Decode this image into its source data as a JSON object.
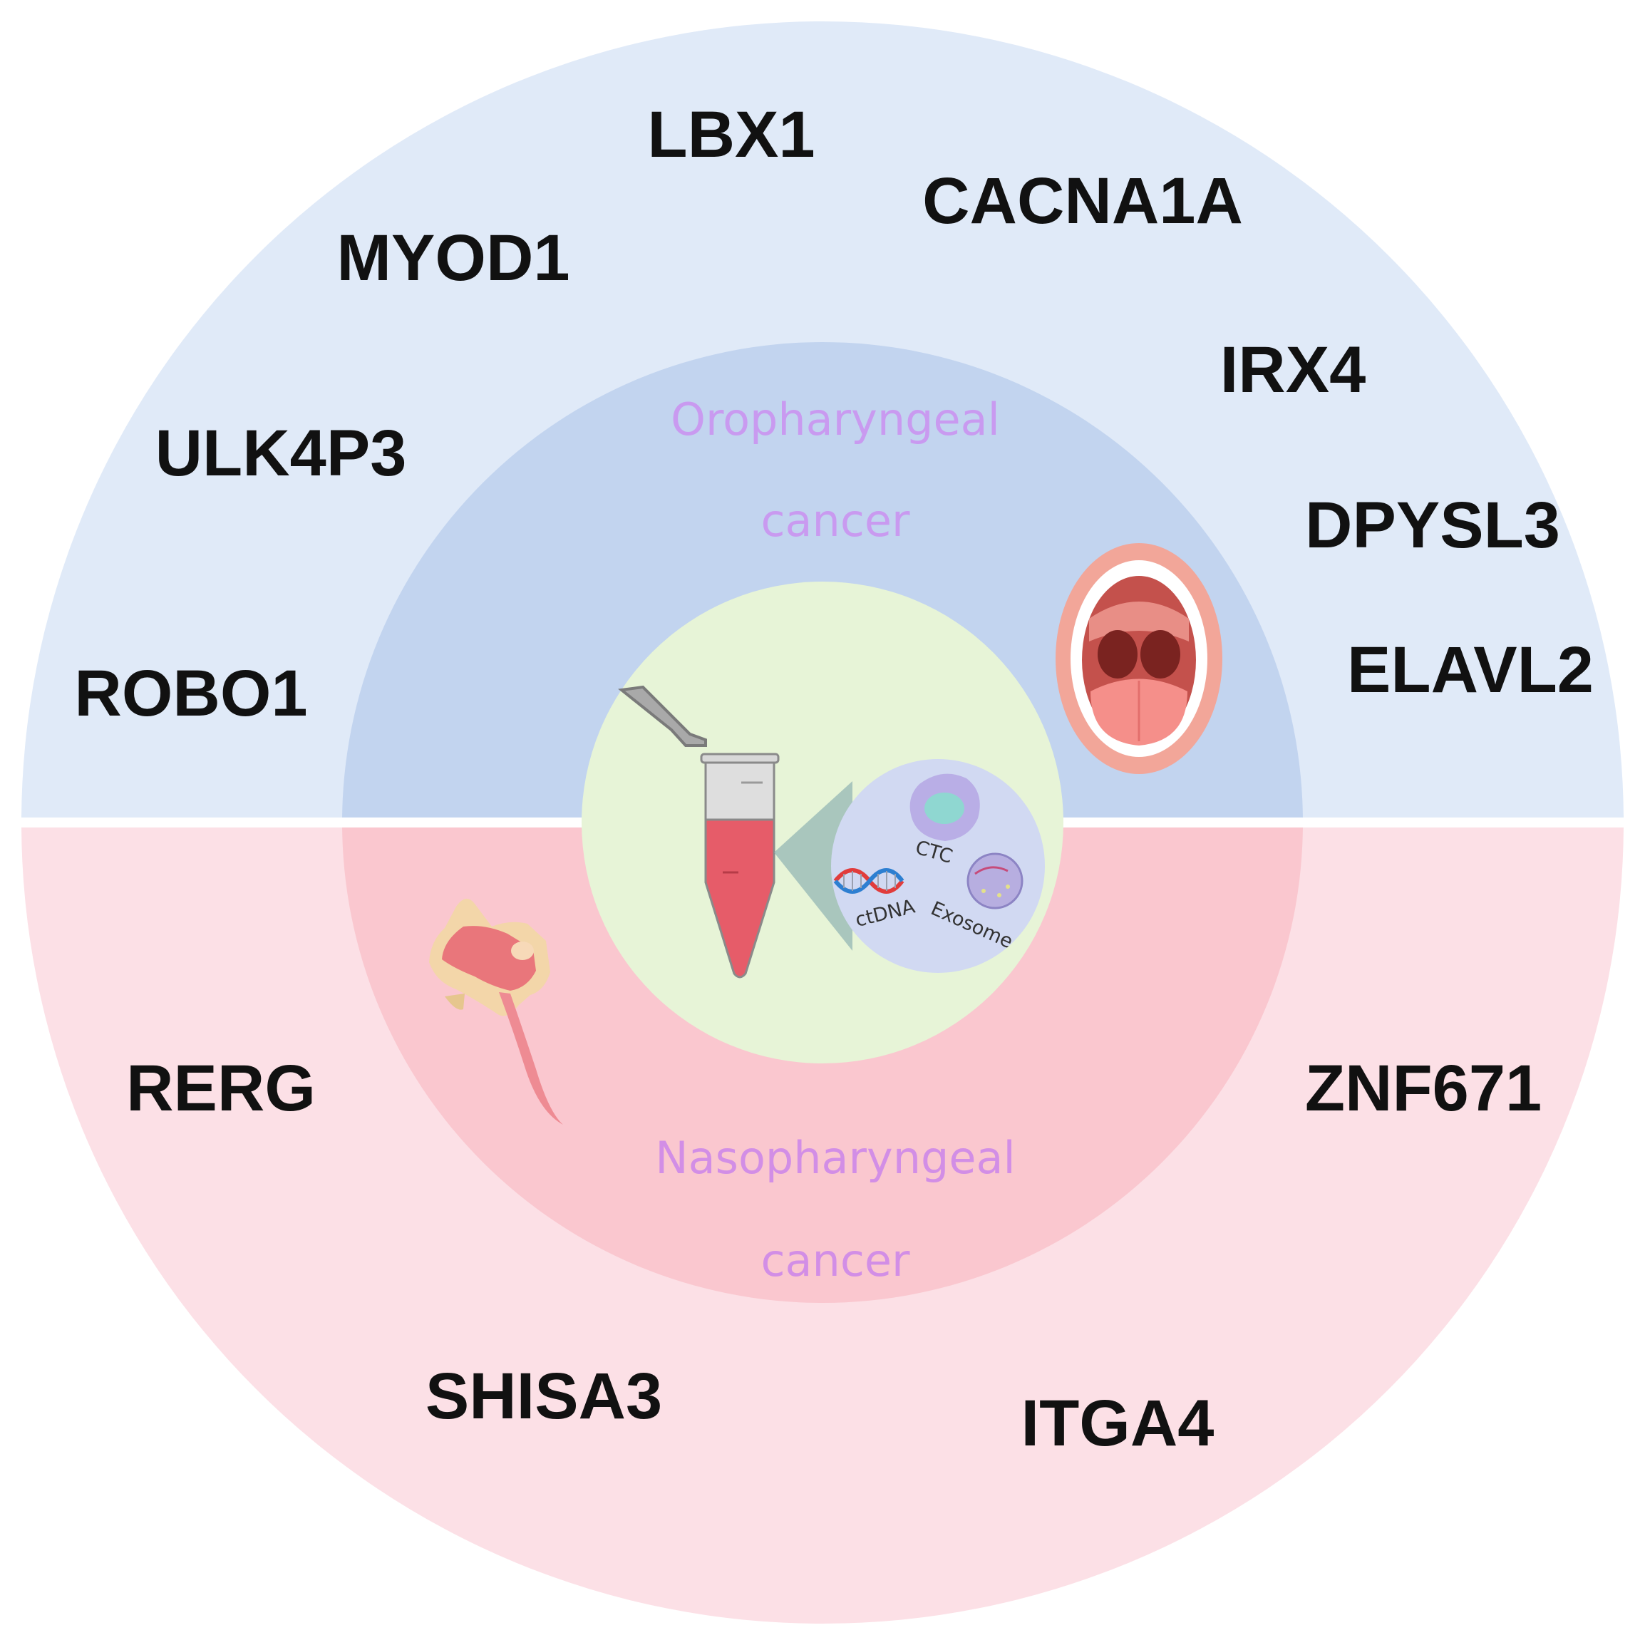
{
  "colors": {
    "outer_top": "#e0eaf8",
    "outer_bottom": "#fce0e6",
    "inner_top": "#c2d4ef",
    "inner_bottom": "#fac7cf",
    "center": "#e7f4d7",
    "cancer_label_top": "#c99af0",
    "cancer_label_bottom": "#d28ee6",
    "gene_text": "#111111"
  },
  "genes_top": [
    "LBX1",
    "CACNA1A",
    "MYOD1",
    "IRX4",
    "ULK4P3",
    "DPYSL3",
    "ROBO1",
    "ELAVL2"
  ],
  "genes_bottom": [
    "RERG",
    "ZNF671",
    "SHISA3",
    "ITGA4"
  ],
  "top_cancer": {
    "line1": "Oropharyngeal",
    "line2": "cancer",
    "icon": "open-mouth-icon"
  },
  "bottom_cancer": {
    "line1": "Nasopharyngeal",
    "line2": "cancer",
    "icon": "nasopharynx-icon"
  },
  "center": {
    "tube_icon": "microcentrifuge-tube-icon",
    "biomarkers": [
      "ctDNA",
      "CTC",
      "Exosome"
    ]
  }
}
